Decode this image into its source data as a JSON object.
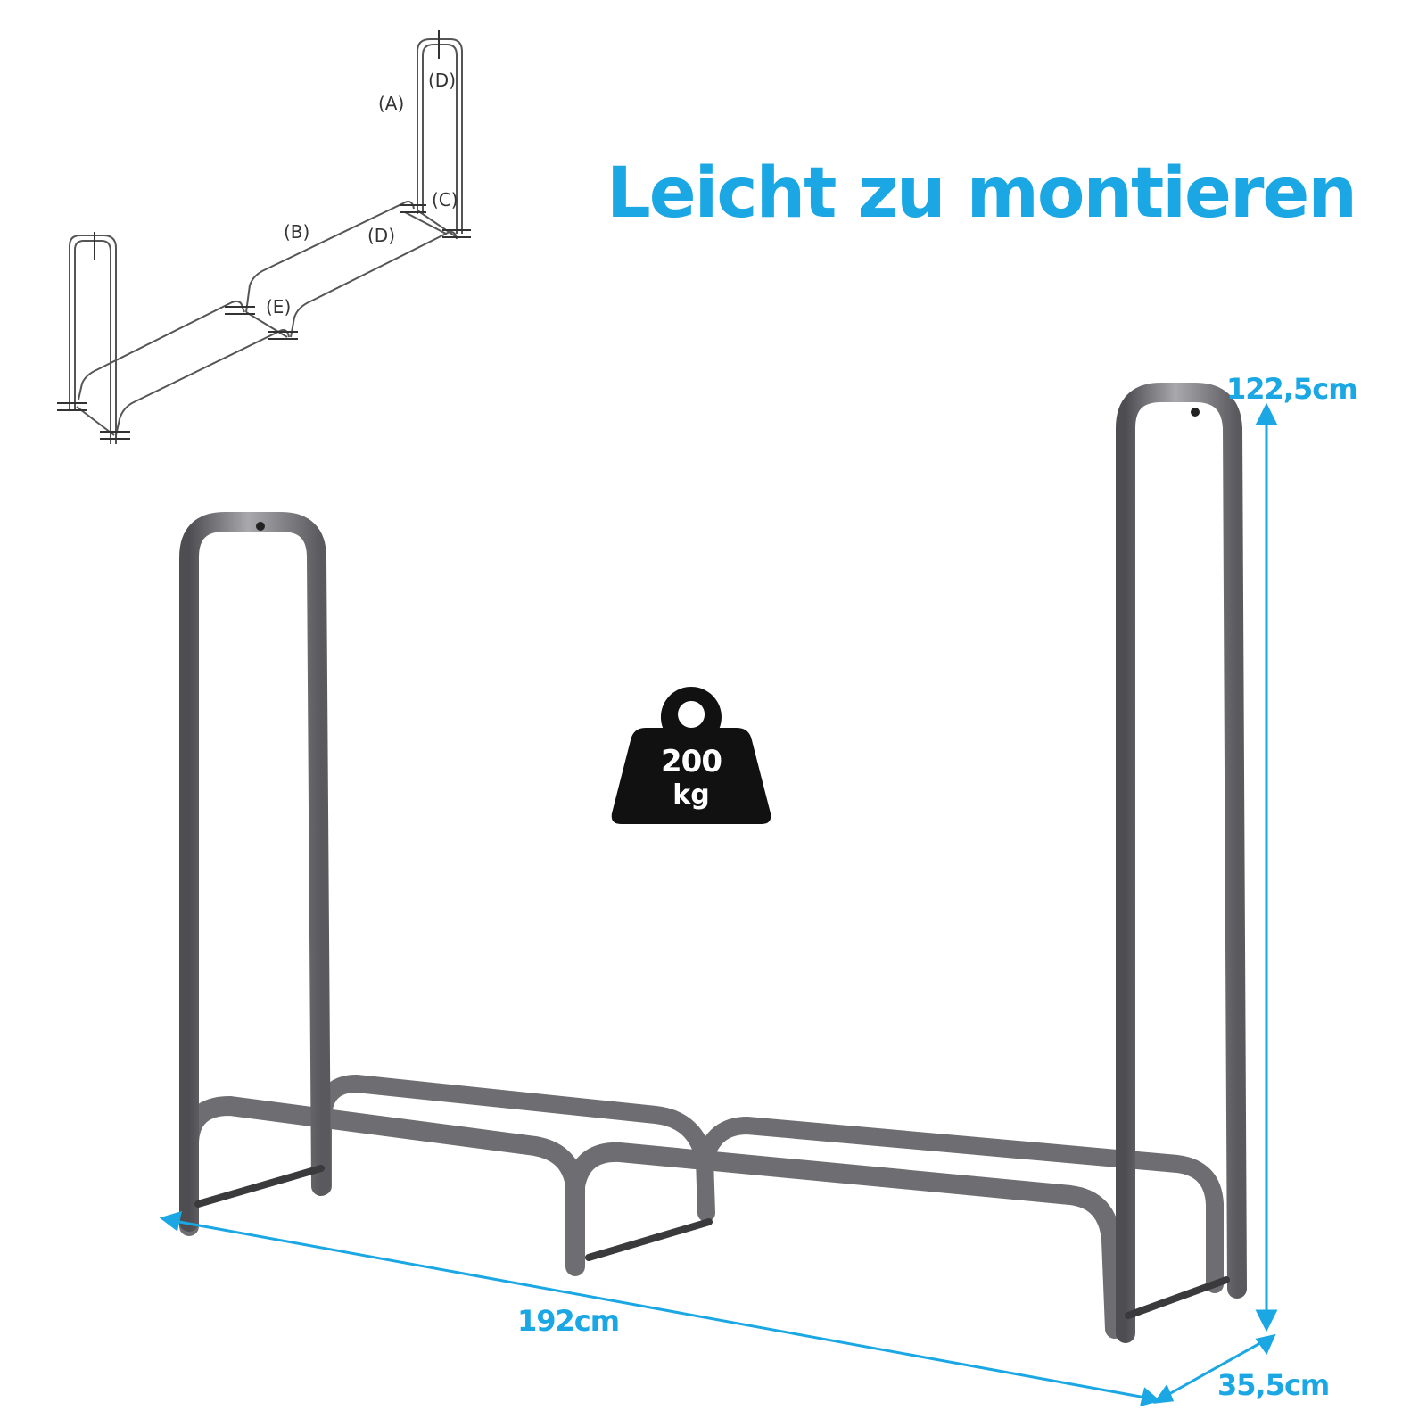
{
  "headline": "Leicht zu montieren",
  "dimensions": {
    "height": "122,5cm",
    "width": "192cm",
    "depth": "35,5cm"
  },
  "load_capacity": {
    "value": "200",
    "unit": "kg"
  },
  "assembly_parts": {
    "a": "(A)",
    "b": "(B)",
    "c": "(C)",
    "d_top": "(D)",
    "d_mid": "(D)",
    "e": "(E)"
  },
  "colors": {
    "accent": "#1aa7e3",
    "frame": "#6e6e72",
    "frame_highlight": "#a9a9ad",
    "weight_icon": "#111111",
    "sketch_line": "#555555"
  }
}
